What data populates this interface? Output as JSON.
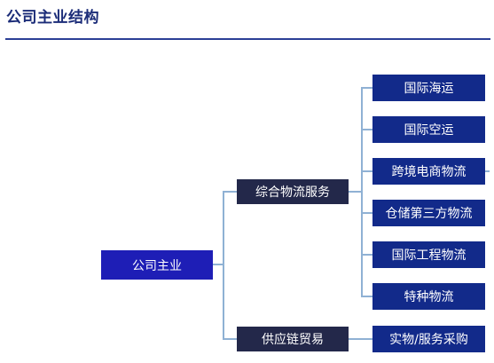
{
  "header": {
    "title": "公司主业结构"
  },
  "diagram": {
    "root": "公司主业",
    "branches": [
      {
        "label": "综合物流服务",
        "children": [
          "国际海运",
          "国际空运",
          "跨境电商物流",
          "仓储第三方物流",
          "国际工程物流",
          "特种物流"
        ]
      },
      {
        "label": "供应链贸易",
        "children": [
          "实物/服务采购"
        ]
      }
    ],
    "colors": {
      "title": "#1b2c78",
      "rule": "#2b3f96",
      "root_fill": "#1e1eb6",
      "branch_fill": "#23284a",
      "leaf_fill": "#122a8a",
      "connector": "#8fb1d4"
    }
  }
}
